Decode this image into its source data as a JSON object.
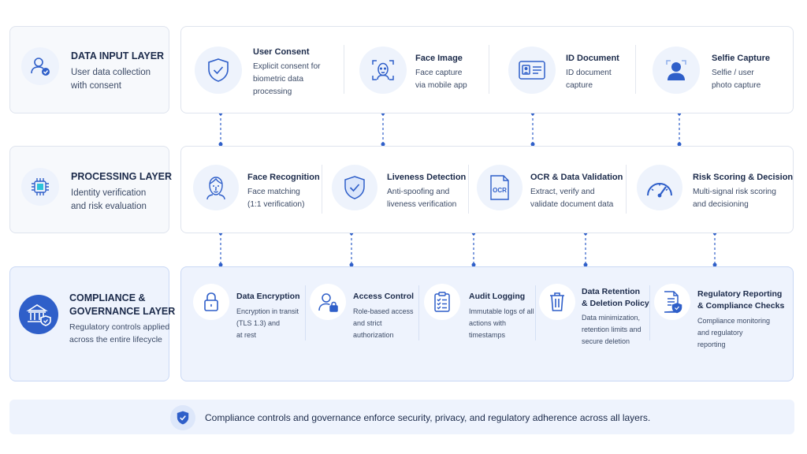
{
  "layers": {
    "input": {
      "title": "DATA INPUT LAYER",
      "desc_lines": [
        "User data collection",
        "with consent"
      ]
    },
    "processing": {
      "title": "PROCESSING LAYER",
      "desc_lines": [
        "Identity verification",
        "and risk evaluation"
      ]
    },
    "compliance": {
      "title_lines": [
        "COMPLIANCE &",
        "GOVERNANCE LAYER"
      ],
      "desc_lines": [
        "Regulatory controls applied",
        "across the entire lifecycle"
      ]
    }
  },
  "input_items": [
    {
      "title": "User Consent",
      "desc_lines": [
        "Explicit consent for",
        "biometric data",
        "processing"
      ],
      "icon": "shield-check-icon"
    },
    {
      "title": "Face Image",
      "desc_lines": [
        "Face capture",
        "via mobile app"
      ],
      "icon": "face-scan-icon"
    },
    {
      "title": "ID Document",
      "desc_lines": [
        "ID document",
        "capture"
      ],
      "icon": "id-card-icon"
    },
    {
      "title": "Selfie Capture",
      "desc_lines": [
        "Selfie / user",
        "photo capture"
      ],
      "icon": "user-photo-icon"
    }
  ],
  "processing_items": [
    {
      "title": "Face Recognition",
      "desc_lines": [
        "Face matching",
        "(1:1 verification)"
      ],
      "icon": "face-icon"
    },
    {
      "title": "Liveness Detection",
      "desc_lines": [
        "Anti-spoofing and",
        "liveness verification"
      ],
      "icon": "shield-check-icon"
    },
    {
      "title": "OCR & Data Validation",
      "desc_lines": [
        "Extract, verify and",
        "validate document data"
      ],
      "icon": "ocr-document-icon"
    },
    {
      "title": "Risk Scoring & Decision",
      "desc_lines": [
        "Multi-signal risk scoring",
        "and decisioning"
      ],
      "icon": "gauge-icon"
    }
  ],
  "compliance_items": [
    {
      "title_lines": [
        "Data Encryption"
      ],
      "desc_lines": [
        "Encryption in transit",
        "(TLS 1.3) and",
        "at rest"
      ],
      "icon": "lock-icon"
    },
    {
      "title_lines": [
        "Access Control"
      ],
      "desc_lines": [
        "Role-based access",
        "and strict",
        "authorization"
      ],
      "icon": "user-lock-icon"
    },
    {
      "title_lines": [
        "Audit Logging"
      ],
      "desc_lines": [
        "Immutable logs of all",
        "actions with",
        "timestamps"
      ],
      "icon": "clipboard-check-icon"
    },
    {
      "title_lines": [
        "Data Retention",
        "& Deletion Policy"
      ],
      "desc_lines": [
        "Data minimization,",
        "retention limits and",
        "secure deletion"
      ],
      "icon": "trash-icon"
    },
    {
      "title_lines": [
        "Regulatory Reporting",
        "& Compliance Checks"
      ],
      "desc_lines": [
        "Compliance monitoring",
        "and regulatory",
        "reporting"
      ],
      "icon": "report-shield-icon"
    }
  ],
  "footer": {
    "text": "Compliance controls and governance enforce security, privacy, and regulatory adherence across all layers.",
    "icon": "shield-check-icon"
  },
  "colors": {
    "accent": "#2f5fc9",
    "icon_bg": "#eef3fc",
    "connector": "#2f5fc9"
  }
}
